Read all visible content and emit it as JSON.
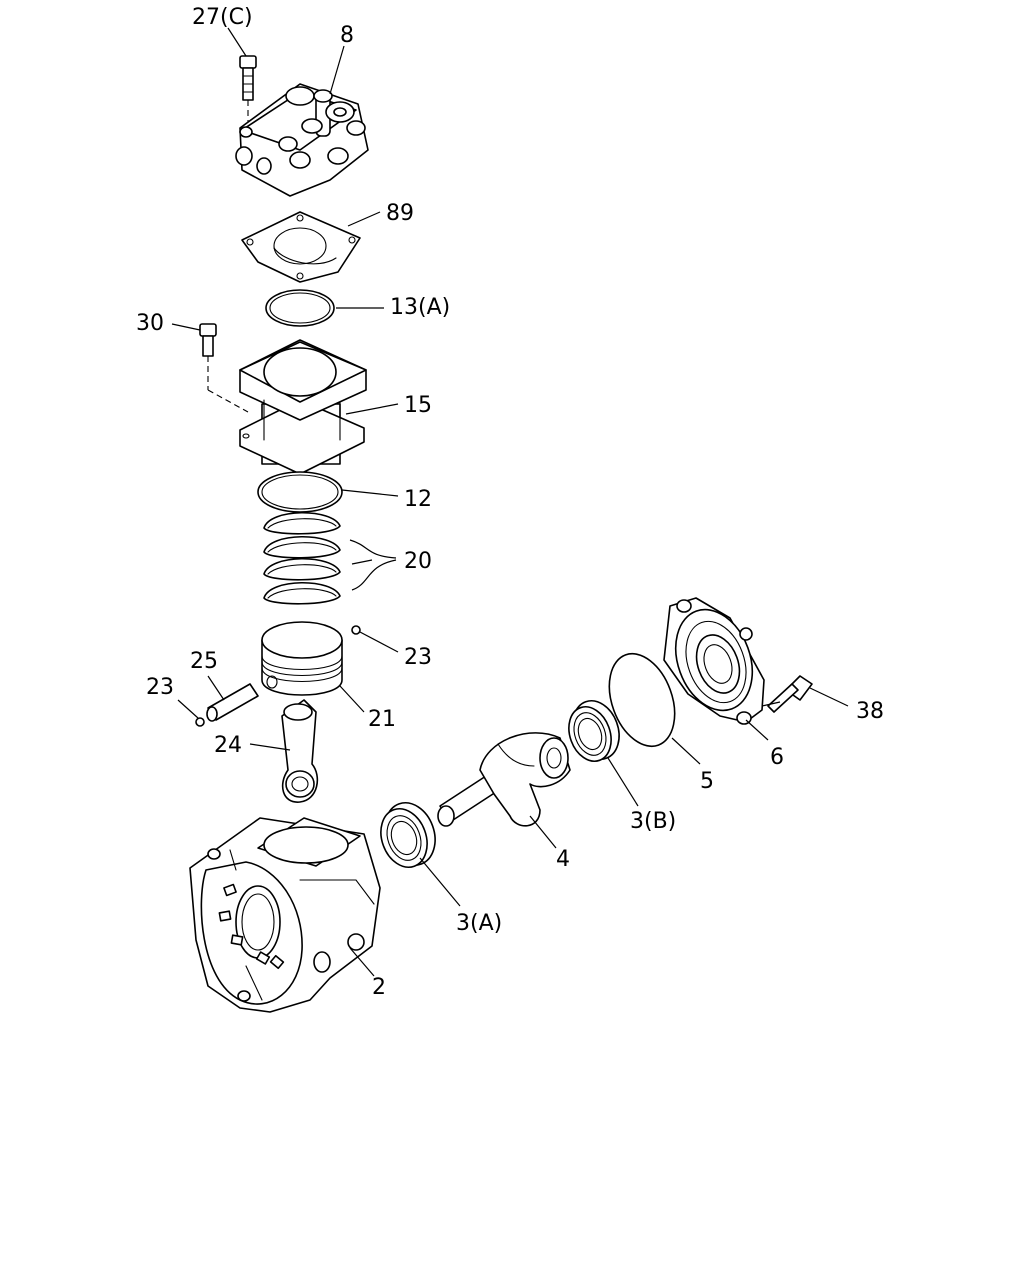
{
  "callouts": {
    "c27": "27(C)",
    "c8": "8",
    "c89": "89",
    "c13": "13(A)",
    "c30": "30",
    "c15": "15",
    "c12": "12",
    "c20": "20",
    "c23a": "23",
    "c25": "25",
    "c23b": "23",
    "c21": "21",
    "c24": "24",
    "c38": "38",
    "c6": "6",
    "c5": "5",
    "c3b": "3(B)",
    "c4": "4",
    "c3a": "3(A)",
    "c2": "2"
  }
}
